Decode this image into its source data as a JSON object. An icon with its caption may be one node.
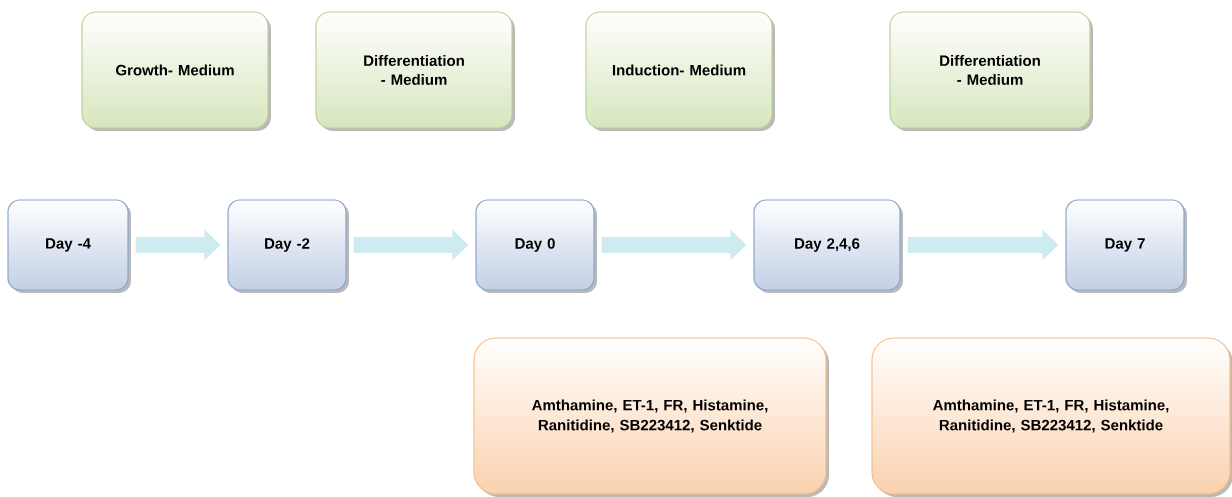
{
  "diagram": {
    "nodes": [
      {
        "text": [
          "Growth- Medium"
        ]
      },
      {
        "text": [
          "Differentiation - Medium"
        ]
      },
      {
        "text": [
          "Induction- Medium"
        ]
      },
      {
        "text": [
          "Differentiation - Medium"
        ]
      },
      {
        "text": [
          "Day -4"
        ]
      },
      {
        "text": [
          "Day -2"
        ]
      },
      {
        "text": [
          "Day 0"
        ]
      },
      {
        "text": [
          "Day 2,4,6"
        ]
      },
      {
        "text": [
          "Day 7"
        ]
      },
      {
        "text": [
          "Amthamine, ET-1, FR, Histamine, Ranitidine, SB223412, Senktide"
        ]
      },
      {
        "text": [
          "Amthamine, ET-1, FR, Histamine, Ranitidine, SB223412, Senktide"
        ]
      }
    ],
    "edges": [
      {
        "from": 4,
        "to": 5,
        "arrow": "to"
      },
      {
        "from": 5,
        "to": 6,
        "arrow": "to"
      },
      {
        "from": 6,
        "to": 7,
        "arrow": "to"
      },
      {
        "from": 7,
        "to": 8,
        "arrow": "to"
      }
    ]
  }
}
